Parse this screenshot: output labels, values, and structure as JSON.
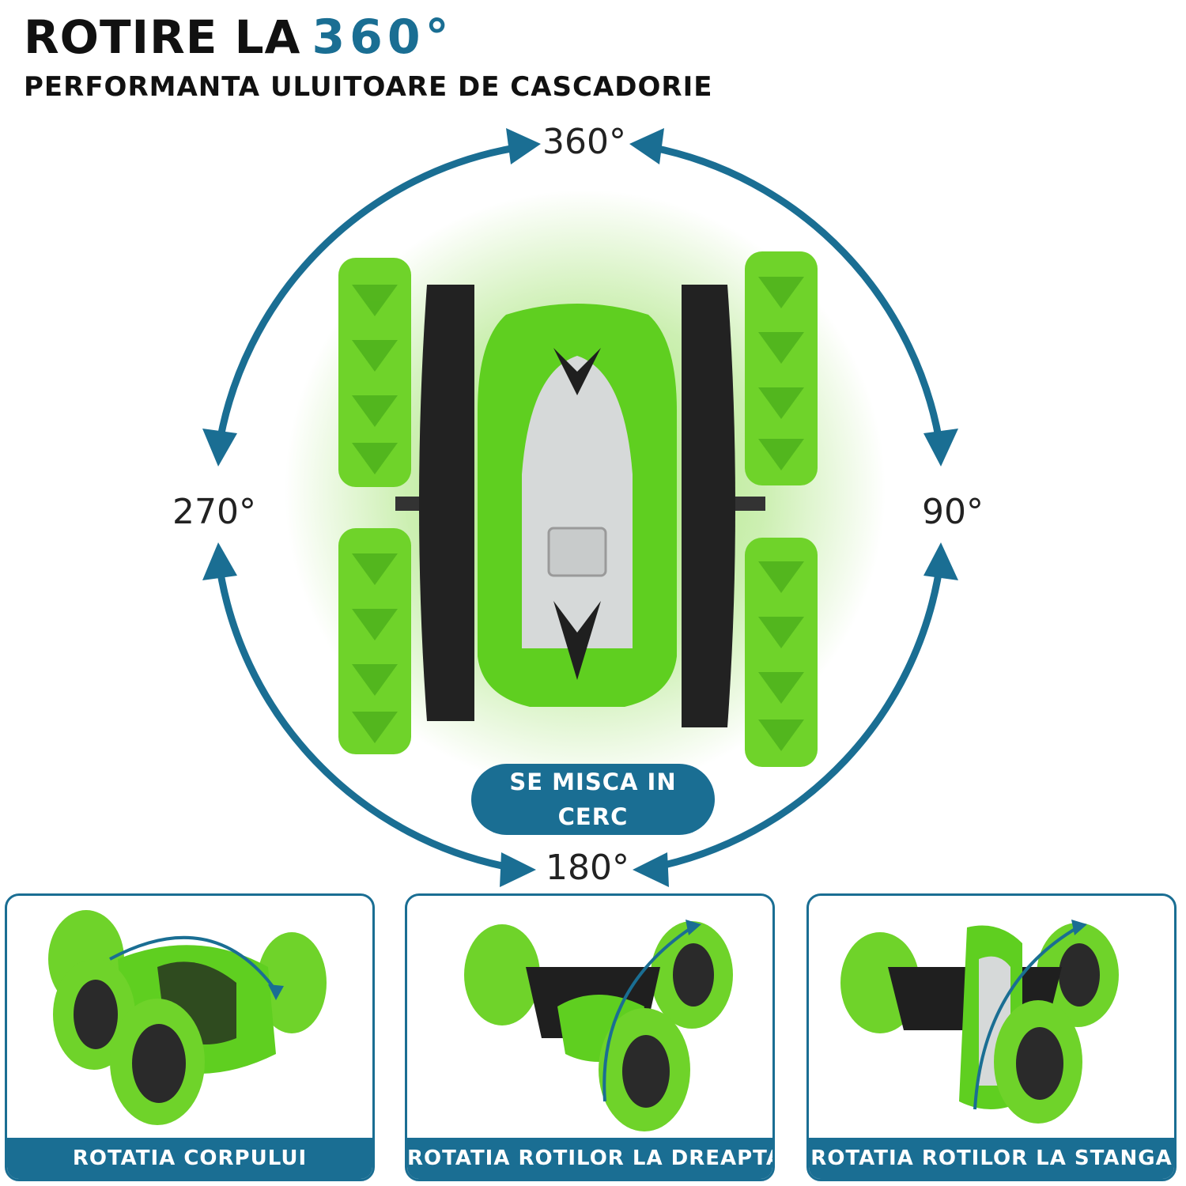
{
  "header": {
    "title_black": "ROTIRE LA",
    "title_blue": "360°",
    "subtitle": "PERFORMANTA ULUITOARE DE CASCADORIE"
  },
  "diagram": {
    "deg_top": "360°",
    "deg_right": "90°",
    "deg_bottom": "180°",
    "deg_left": "270°",
    "badge": "SE MISCA IN CERC"
  },
  "panels": [
    {
      "label": "ROTATIA CORPULUI"
    },
    {
      "label": "ROTATIA ROTILOR LA DREAPTA"
    },
    {
      "label": "ROTATIA ROTILOR LA STANGA"
    }
  ],
  "colors": {
    "accent": "#1a6e93",
    "car_green": "#6fd32a",
    "dark": "#1f1f1f"
  }
}
